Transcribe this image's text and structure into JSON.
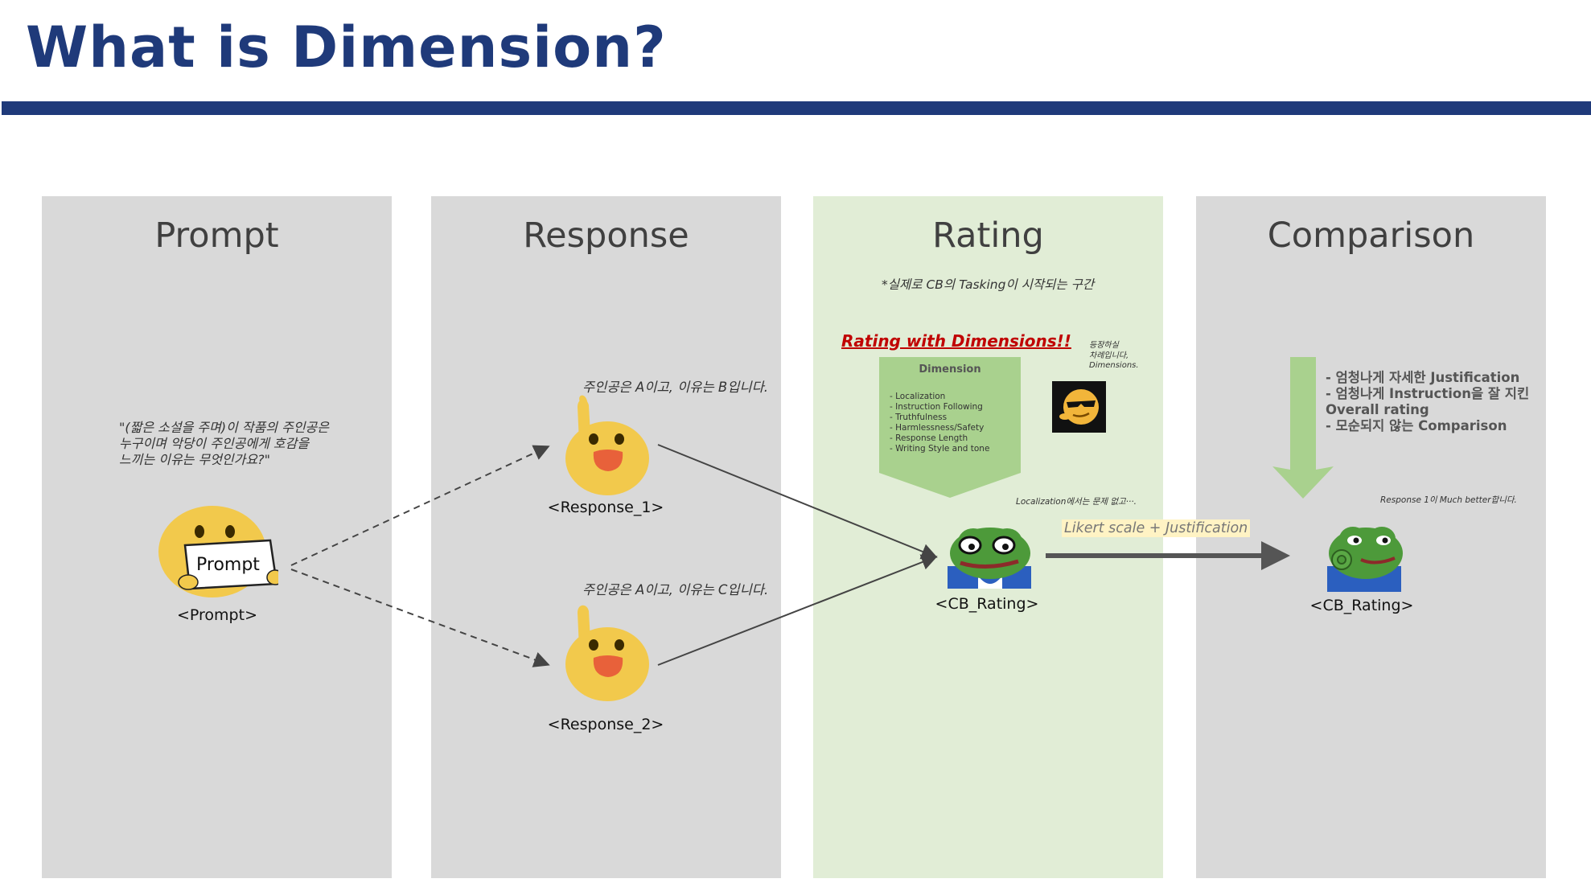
{
  "title": "What is Dimension?",
  "panels": {
    "prompt": {
      "title": "Prompt"
    },
    "response": {
      "title": "Response"
    },
    "rating": {
      "title": "Rating"
    },
    "comparison": {
      "title": "Comparison"
    }
  },
  "prompt": {
    "quote": "\"(짧은 소설을 주며)이 작품의 주인공은\n누구이며 악당이 주인공에게 호감을\n느끼는 이유는 무엇인가요?\"",
    "sign_text": "Prompt",
    "caption": "<Prompt>"
  },
  "response": {
    "r1_text": "주인공은 A이고, 이유는 B입니다.",
    "r1_caption": "<Response_1>",
    "r2_text": "주인공은 A이고, 이유는 C입니다.",
    "r2_caption": "<Response_2>"
  },
  "rating": {
    "note": "*실제로 CB의 Tasking이 시작되는 구간",
    "headline": "Rating with Dimensions!!",
    "dimension_title": "Dimension",
    "dimension_items": [
      "- Localization",
      "- Instruction Following",
      "- Truthfulness",
      "- Harmlessness/Safety",
      "- Response Length",
      "- Writing Style and tone"
    ],
    "side_note": "등장하실\n차례입니다,\nDimensions.",
    "localization_note": "Localization에서는 문제 없고···.",
    "caption": "<CB_Rating>"
  },
  "link": {
    "label": "Likert scale + Justification"
  },
  "comparison": {
    "bullets": "- 엄청나게 자세한 Justification\n- 엄청나게 Instruction을 잘 지킨\nOverall rating\n- 모순되지 않는 Comparison",
    "note": "Response 1이 Much better합니다.",
    "caption": "<CB_Rating>"
  },
  "colors": {
    "title": "#1f3a7a",
    "panel_gray": "#d9d9d9",
    "panel_green": "#e1edd6",
    "dimension_fill": "#a9d18e",
    "headline_red": "#c00000",
    "arrow_green": "#a9d18e",
    "emoji_yellow": "#f2c94c"
  },
  "icons": {
    "prompt_mascot": "blob-holding-sign-icon",
    "response_mascot": "blob-raising-hand-icon",
    "dimensions_mascot": "cool-sunglasses-emoji-icon",
    "rating_mascot": "frog-face-icon",
    "comparison_mascot": "frog-ok-hand-icon"
  }
}
